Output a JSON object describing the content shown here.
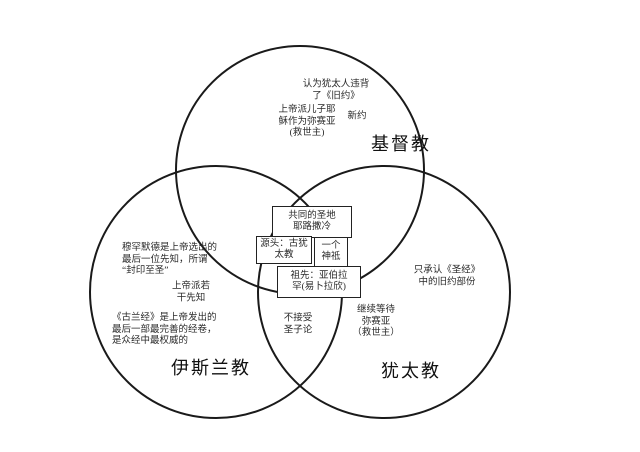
{
  "venn": {
    "circle_labels": {
      "christianity": "基督教",
      "islam": "伊斯兰教",
      "judaism": "犹太教"
    },
    "christianity_only": {
      "broke_old_covenant": "认为犹太人违背\n了《旧约》",
      "god_sent_son": "上帝派儿子耶\n稣作为弥赛亚\n(救世主)",
      "new_testament": "新约"
    },
    "islam_only": {
      "muhammad_last_prophet": "穆罕默德是上帝选出的\n最后一位先知，所谓\n“封印至圣”",
      "god_sent_prophets": "上帝派若\n干先知",
      "quran_most_perfect": "《古兰经》是上帝发出的\n最后一部最完善的经卷，\n是众经中最权威的"
    },
    "judaism_only": {
      "only_old_testament": "只承认《圣经》\n中的旧约部份",
      "still_waiting_messiah": "继续等待\n弥赛亚\n（救世主）"
    },
    "islam_judaism_overlap": {
      "reject_son_doctrine": "不接受\n圣子论"
    },
    "shared_center": {
      "holy_city": "共同的圣地\n耶路撒冷",
      "origin": "源头：古犹\n太教",
      "one_god": "一个\n神祗",
      "ancestor": "祖先：亚伯拉\n罕(易卜拉欣)"
    }
  },
  "colors": {
    "circle_stroke": "#1a1a1a",
    "background": "#ffffff"
  }
}
